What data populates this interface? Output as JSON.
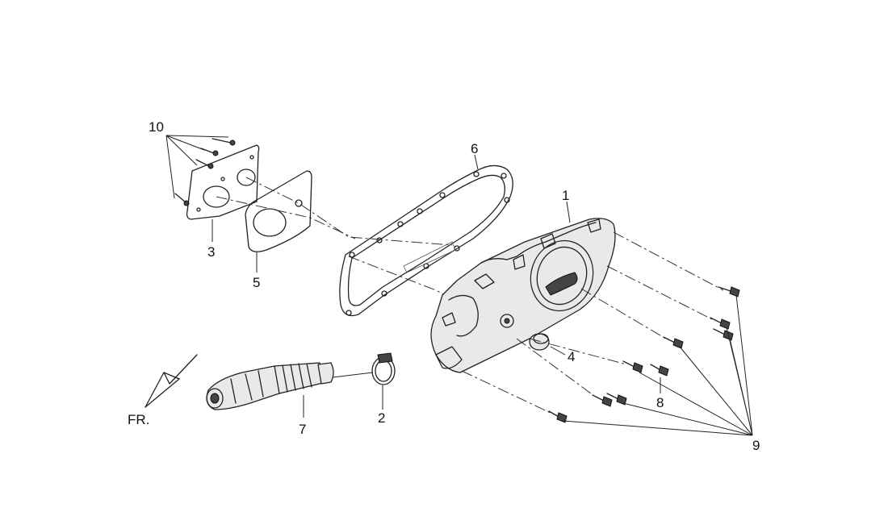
{
  "diagram": {
    "front_label": "FR.",
    "callouts": [
      {
        "id": "1",
        "text": "1"
      },
      {
        "id": "2",
        "text": "2"
      },
      {
        "id": "3",
        "text": "3"
      },
      {
        "id": "4",
        "text": "4"
      },
      {
        "id": "5",
        "text": "5"
      },
      {
        "id": "6",
        "text": "6"
      },
      {
        "id": "7",
        "text": "7"
      },
      {
        "id": "8",
        "text": "8"
      },
      {
        "id": "9",
        "text": "9"
      },
      {
        "id": "10",
        "text": "10"
      }
    ],
    "colors": {
      "line": "#222222",
      "background": "#ffffff",
      "fill": "#e9e9e9"
    }
  }
}
